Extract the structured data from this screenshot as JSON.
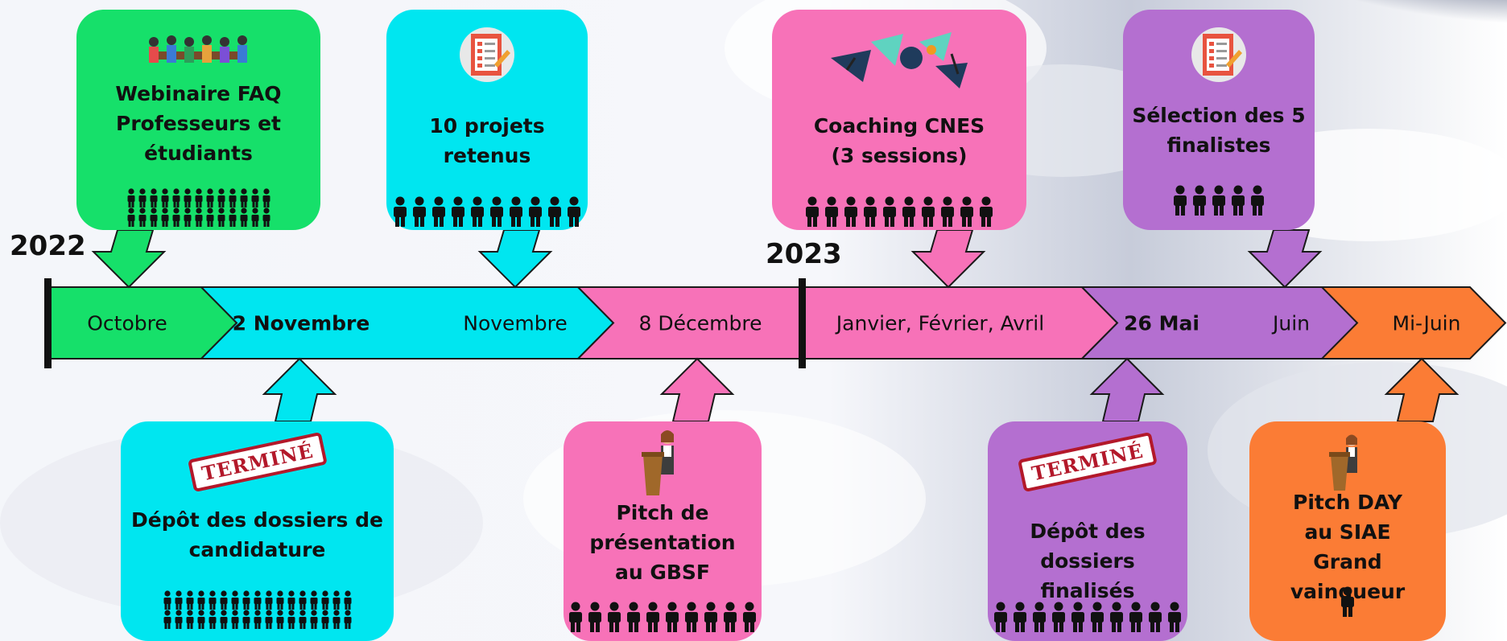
{
  "colors": {
    "green": "#16e06a",
    "cyan": "#00e6f0",
    "pink": "#f772b8",
    "purple": "#b46fd0",
    "orange": "#fb7c35",
    "stamp_red": "#b3182a"
  },
  "years": {
    "start": "2022",
    "mid": "2023"
  },
  "timeline": {
    "segments": [
      {
        "color": "green"
      },
      {
        "color": "cyan"
      },
      {
        "color": "pink"
      },
      {
        "color": "pink"
      },
      {
        "color": "purple"
      },
      {
        "color": "orange"
      }
    ],
    "labels": [
      {
        "text": "Octobre",
        "bold": false
      },
      {
        "text": "2 Novembre",
        "bold": true
      },
      {
        "text": "Novembre",
        "bold": false
      },
      {
        "text": "8 Décembre",
        "bold": false
      },
      {
        "text": "Janvier, Février, Avril",
        "bold": false
      },
      {
        "text": "26 Mai",
        "bold": true
      },
      {
        "text": "Juin",
        "bold": false
      },
      {
        "text": "Mi-Juin",
        "bold": false
      }
    ]
  },
  "top_cards": [
    {
      "lines": [
        "Webinaire FAQ",
        "Professeurs et",
        "étudiants"
      ],
      "color": "green",
      "people": [
        13,
        13
      ],
      "illustration": "meeting-people-icon"
    },
    {
      "lines": [
        "10 projets",
        "retenus"
      ],
      "color": "cyan",
      "people": [
        10
      ],
      "illustration": "checklist-icon"
    },
    {
      "lines": [
        "Coaching CNES",
        "(3 sessions)"
      ],
      "color": "pink",
      "people": [
        10
      ],
      "illustration": "coaching-shapes-icon"
    },
    {
      "lines": [
        "Sélection des 5",
        "finalistes"
      ],
      "color": "purple",
      "people": [
        5
      ],
      "illustration": "checklist-icon"
    }
  ],
  "bottom_cards": [
    {
      "lines": [
        "Dépôt des dossiers de",
        "candidature"
      ],
      "color": "cyan",
      "people": [
        17,
        17
      ],
      "stamp": "TERMINÉ",
      "illustration": "terminated-stamp-icon"
    },
    {
      "lines": [
        "Pitch de",
        "présentation",
        "au GBSF"
      ],
      "color": "pink",
      "people": [
        10
      ],
      "illustration": "speaker-podium-icon"
    },
    {
      "lines": [
        "Dépôt des",
        "dossiers finalisés"
      ],
      "color": "purple",
      "people": [
        10
      ],
      "stamp": "TERMINÉ",
      "illustration": "terminated-stamp-icon"
    },
    {
      "lines": [
        "Pitch DAY",
        "au SIAE",
        "Grand vainqueur"
      ],
      "color": "orange",
      "people": [
        1
      ],
      "illustration": "speaker-podium-icon"
    }
  ]
}
